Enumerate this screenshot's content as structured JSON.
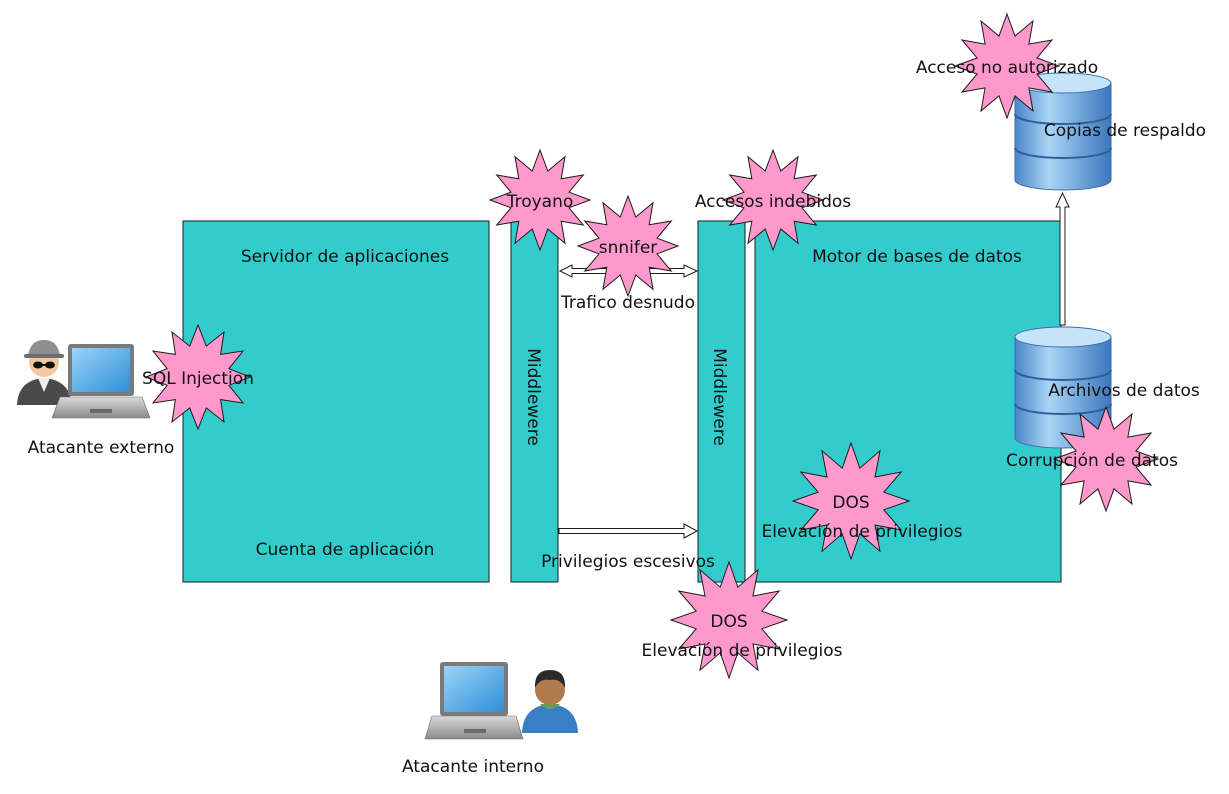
{
  "boxes": {
    "app_server": {
      "title": "Servidor de aplicaciones",
      "footer": "Cuenta de aplicación"
    },
    "middleware_left": {
      "label": "Middlewere"
    },
    "middleware_right": {
      "label": "Middlewere"
    },
    "db_engine": {
      "title": "Motor de bases de datos"
    }
  },
  "threats": {
    "sql_injection": "SQL Injection",
    "troyano": "Troyano",
    "sniffer": "snnifer",
    "accesos_indebidos": "Accesos indebidos",
    "acceso_no_autorizado": "Acceso no autorizado",
    "corrupcion_datos": "Corrupción de datos",
    "dos_engine": "DOS",
    "elevacion_engine": "Elevación de privilegios",
    "dos_bottom": "DOS",
    "elevacion_bottom": "Elevación de privilegios"
  },
  "connections": {
    "trafico": "Trafico desnudo",
    "privilegios": "Privilegios escesivos"
  },
  "storage": {
    "copias": "Copias de respaldo",
    "archivos": "Archivos de datos"
  },
  "actors": {
    "externo": "Atacante externo",
    "interno": "Atacante interno"
  },
  "colors": {
    "box_fill": "#33CCCC",
    "threat_fill": "#FF99CC",
    "db_fill": "#5B9BD5"
  }
}
